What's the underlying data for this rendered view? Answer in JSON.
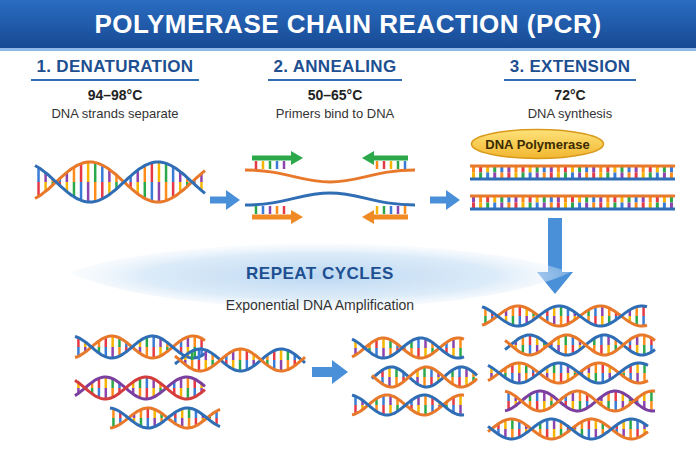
{
  "diagram": {
    "title": "POLYMERASE CHAIN REACTION (PCR)",
    "nodes": [
      {
        "text": [
          "1. DENATURATION",
          "94–98°C",
          "DNA strands separate"
        ]
      },
      {
        "text": [
          "2. ANNEALING",
          "50–65°C",
          "Primers bind to DNA"
        ]
      },
      {
        "text": [
          "3. EXTENSION",
          "72°C",
          "DNA synthesis"
        ]
      },
      {
        "text": [
          "DNA Polymerase"
        ],
        "in": 2
      },
      {
        "text": [
          "REPEAT CYCLES",
          "Exponential DNA Amplification"
        ]
      }
    ],
    "edges": [
      {
        "from": 0,
        "to": 1,
        "arrow": "to"
      },
      {
        "from": 1,
        "to": 2,
        "arrow": "to"
      }
    ]
  }
}
